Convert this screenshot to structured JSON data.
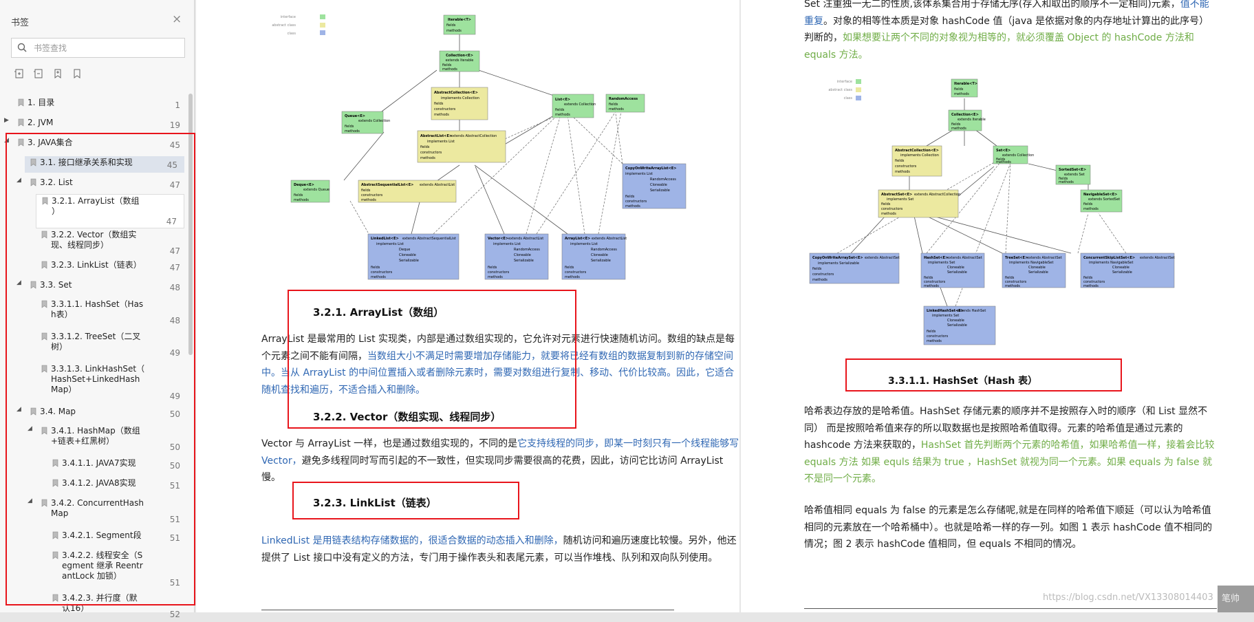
{
  "sidebar": {
    "title": "书签",
    "search_placeholder": "书签查找",
    "items": [
      {
        "label": "1. 目录",
        "page": "1"
      },
      {
        "label": "2. JVM",
        "page": "19"
      },
      {
        "label": "3. JAVA集合",
        "page": "45"
      },
      {
        "label": "3.1. 接口继承关系和实现",
        "page": "45"
      },
      {
        "label": "3.2. List",
        "page": "47"
      },
      {
        "label": "3.2.1. ArrayList（数组\n）",
        "page": "47"
      },
      {
        "label": "3.2.2. Vector（数组实\n现、线程同步）",
        "page": "47"
      },
      {
        "label": "3.2.3. LinkList（链表）",
        "page": "47"
      },
      {
        "label": "3.3. Set",
        "page": "48"
      },
      {
        "label": "3.3.1.1. HashSet（Has\nh表）",
        "page": "48"
      },
      {
        "label": "3.3.1.2. TreeSet（二叉\n树）",
        "page": "49"
      },
      {
        "label": "3.3.1.3. LinkHashSet（\nHashSet+LinkedHash\nMap）",
        "page": "49"
      },
      {
        "label": "3.4. Map",
        "page": "50"
      },
      {
        "label": "3.4.1. HashMap（数组\n+链表+红黑树）",
        "page": "50"
      },
      {
        "label": "3.4.1.1. JAVA7实现",
        "page": "50"
      },
      {
        "label": "3.4.1.2. JAVA8实现",
        "page": "51"
      },
      {
        "label": "3.4.2. ConcurrentHash\nMap",
        "page": "51"
      },
      {
        "label": "3.4.2.1. Segment段",
        "page": "51"
      },
      {
        "label": "3.4.2.2. 线程安全（S\negment 继承 Reentr\nantLock 加锁）",
        "page": "51"
      },
      {
        "label": "3.4.2.3. 并行度（默\n认16）",
        "page": "52"
      }
    ]
  },
  "page1": {
    "h321": "3.2.1.  ArrayList（数组）",
    "p1_a": "ArrayList 是最常用的 List 实现类，内部是通过数组实现的，它允许对元素进行快速随机访问。数组的缺点是每个元素之间不能有间隔，",
    "p1_b": "当数组大小不满足时需要增加存储能力，就要将已经有数组的数据复制到新的存储空间中。当从 ArrayList 的中间位置插入或者删除元素时，需要对数组进行复制、移动、代价比较高。因此，它适合随机查找和遍历，不适合插入和删除。",
    "h322": "3.2.2.  Vector（数组实现、线程同步）",
    "p2_a": "Vector 与 ArrayList 一样，也是通过数组实现的，不同的是",
    "p2_b": "它支持线程的同步，即某一时刻只有一个线程能够写 Vector，",
    "p2_c": "避免多线程同时写而引起的不一致性，但实现同步需要很高的花费，因此，访问它比访问 ArrayList 慢。",
    "h323": "3.2.3.  LinkList（链表）",
    "p3_a": "LinkedList 是用链表结构存储数据的，很适合数据的动态插入和删除，",
    "p3_b": "随机访问和遍历速度比较慢。另外，他还提供了 List 接口中没有定义的方法，专门用于操作表头和表尾元素，可以当作堆栈、队列和双向队列使用。"
  },
  "page2": {
    "top_a": "Set 注重独一无二的性质,该体系集合用于存储无序(存入和取出的顺序不一定相同)元素，",
    "top_b": "值不能重复",
    "top_c": "。对象的相等性本质是对象 hashCode 值（java 是依据对象的内存地址计算出的此序号）判断的，",
    "top_d": "如果想要让两个不同的对象视为相等的，就必须覆盖 Object 的 hashCode 方法和 equals 方法。",
    "h3311": "3.3.1.1.      HashSet（Hash 表）",
    "p1_a": "哈希表边存放的是哈希值。HashSet 存储元素的顺序并不是按照存入时的顺序（和 List 显然不同） 而是按照哈希值来存的所以取数据也是按照哈希值取得。元素的哈希值是通过元素的 hashcode 方法来获取的，",
    "p1_b": "HashSet 首先判断两个元素的哈希值，如果哈希值一样，接着会比较 equals 方法 如果 equls 结果为 true ，HashSet 就视为同一个元素。如果 equals 为 false 就不是同一个元素。",
    "p2": "哈希值相同 equals 为 false 的元素是怎么存储呢,就是在同样的哈希值下顺延（可以认为哈希值相同的元素放在一个哈希桶中）。也就是哈希一样的存一列。如图 1 表示 hashCode 值不相同的情况；图 2 表示 hashCode 值相同，但 equals 不相同的情况。"
  },
  "uml": {
    "legend": [
      "interface",
      "abstract class",
      "class"
    ],
    "colors": {
      "interface": "#9ee29e",
      "abstract": "#ece9a0",
      "class": "#9fb4e6"
    },
    "left": {
      "iterable": "Iterable<T>",
      "collection": "Collection<E>",
      "queue": "Queue<E>",
      "abscollection": "AbstractCollection<E>",
      "list": "List<E>",
      "random": "RandomAccess",
      "abslist": "AbstractList<E>",
      "deque": "Deque<E>",
      "absseq": "AbstractSequentialList<E>",
      "cow": "CopyOnWriteArrayList<E>",
      "linked": "LinkedList<E>",
      "vector": "Vector<E>",
      "arraylist": "ArrayList<E>"
    },
    "right": {
      "iterable": "Iterable<T>",
      "collection": "Collection<E>",
      "abscollection": "AbstractCollection<E>",
      "set": "Set<E>",
      "sortedset": "SortedSet<E>",
      "absset": "AbstractSet<E>",
      "navset": "NavigableSet<E>",
      "cowset": "CopyOnWriteArraySet<E>",
      "hashset": "HashSet<E>",
      "treeset": "TreeSet<E>",
      "concset": "ConcurrentSkipListSet<E>",
      "linkedhashset": "LinkedHashSet<E>"
    }
  },
  "watermark": "https://blog.csdn.net/VX13308014403",
  "corner_btn": "笔帅"
}
